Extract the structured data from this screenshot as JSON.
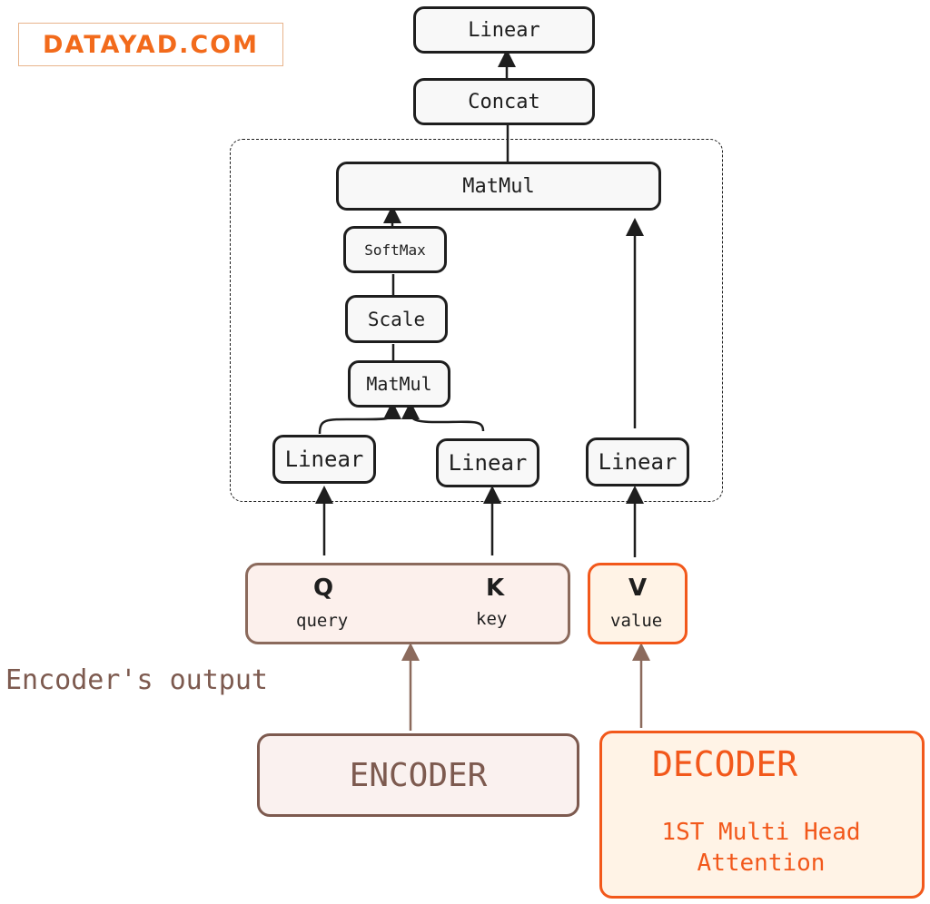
{
  "logo": {
    "text": "DATAYAD.COM",
    "color": "#f26a1b"
  },
  "output_stack": {
    "top_linear": "Linear",
    "concat": "Concat"
  },
  "attention_head": {
    "matmul_top": "MatMul",
    "softmax": "SoftMax",
    "scale": "Scale",
    "matmul_bottom": "MatMul",
    "linear_q": "Linear",
    "linear_k": "Linear",
    "linear_v": "Linear"
  },
  "inputs": {
    "q": {
      "letter": "Q",
      "label": "query"
    },
    "k": {
      "letter": "K",
      "label": "key"
    },
    "v": {
      "letter": "V",
      "label": "value"
    }
  },
  "encoder_output_label": "Encoder's output",
  "encoder": {
    "label": "ENCODER",
    "color": "#7d5a4f"
  },
  "decoder": {
    "title": "DECODER",
    "subtitle": "1ST Multi Head Attention",
    "color": "#f2581b"
  }
}
